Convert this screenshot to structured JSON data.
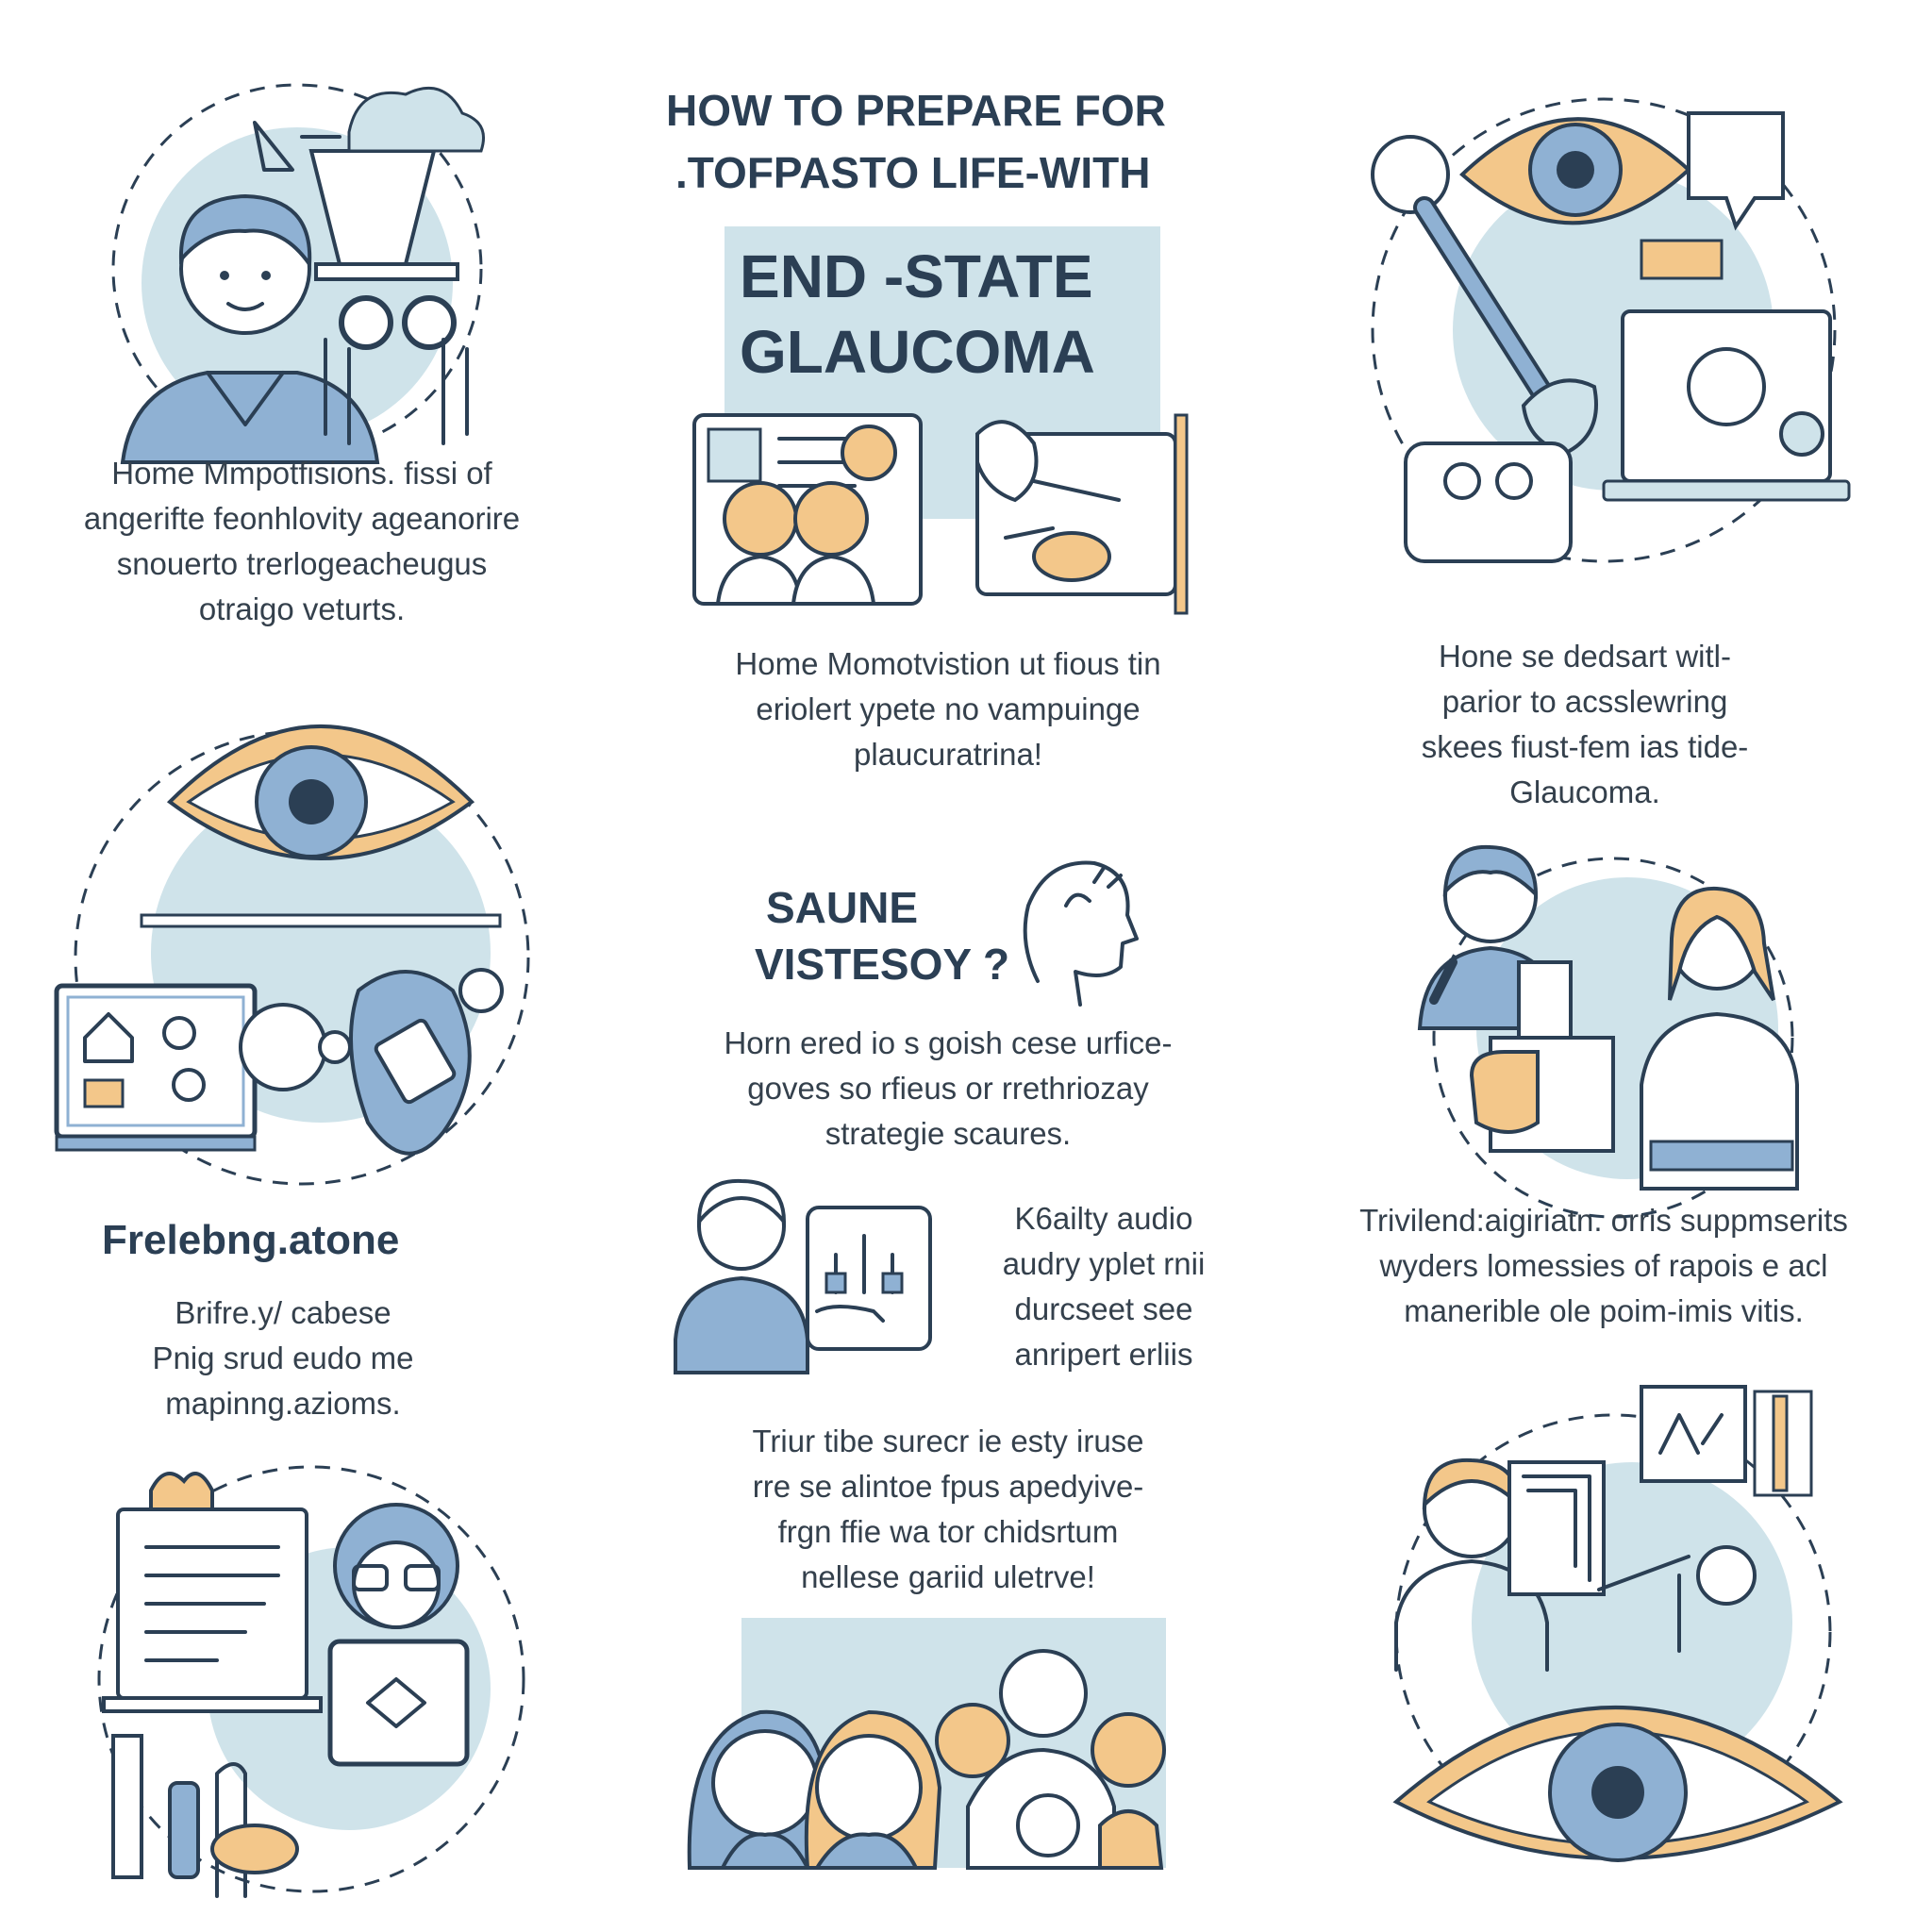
{
  "colors": {
    "navy": "#2b3f54",
    "light_blue": "#cfe3ea",
    "mid_blue": "#8fb1d3",
    "peach": "#f3c78a",
    "white": "#ffffff"
  },
  "title": {
    "line1": "HOW TO PREPARE FOR",
    "line2": ".TOFPASTO LIFE-WITH",
    "line3": "END -STATE",
    "line4": "GLAUCOMA"
  },
  "panels": {
    "top_left": {
      "icon": "person-binoculars-illustration",
      "lines": [
        "Home Mmpotfisions. fissi of",
        "angerifte feonhlovity ageanorire",
        "snouerto trerlogeacheugus",
        "otraigo veturts."
      ]
    },
    "top_center": {
      "icon": "family-documents-illustration",
      "lines": [
        "Home Momotvistion ut fious tin",
        "eriolert ypete no vampuinge",
        "plaucuratrina!"
      ]
    },
    "top_right": {
      "icon": "eye-tools-illustration",
      "lines": [
        "Hone se dedsart witl-",
        "parior to acsslewring",
        "skees fiust-fem ias tide-",
        "Glaucoma."
      ]
    },
    "mid_left": {
      "icon": "eye-computer-illustration",
      "heading": "Frelebng.atone",
      "lines": [
        "Brifre.y/ cabese",
        "Pnig srud eudo me",
        "mapinng.azioms."
      ]
    },
    "mid_center": {
      "icon": "head-profile-illustration",
      "heading_line1": "SAUNE",
      "heading_line2": "VISTESOY ?",
      "lines": [
        "Horn ered io s goish cese urfice-",
        "goves so rfieus or rrethriozay",
        "strategie scaures."
      ]
    },
    "mid_right": {
      "icon": "people-talking-illustration",
      "lines": [
        "Trivilend:aigiriatn. orris suppmserits",
        "wyders lomessies of rapois e acl",
        "manerible ole poim-imis vitis."
      ]
    },
    "audio": {
      "icon": "person-audio-device-illustration",
      "lines": [
        "K6ailty audio",
        "audry yplet rnii",
        "durcseet see",
        "anripert erliis"
      ]
    },
    "bottom_left": {
      "icon": "person-reading-tools-illustration"
    },
    "bottom_center": {
      "icon": "family-group-illustration",
      "lines": [
        "Triur tibe surecr ie esty iruse",
        "rre se alintoe fpus apedyive-",
        "frgn ffie wa tor chidsrtum",
        "nellese gariid uletrve!"
      ]
    },
    "bottom_right": {
      "icon": "eye-person-tablet-illustration"
    }
  }
}
